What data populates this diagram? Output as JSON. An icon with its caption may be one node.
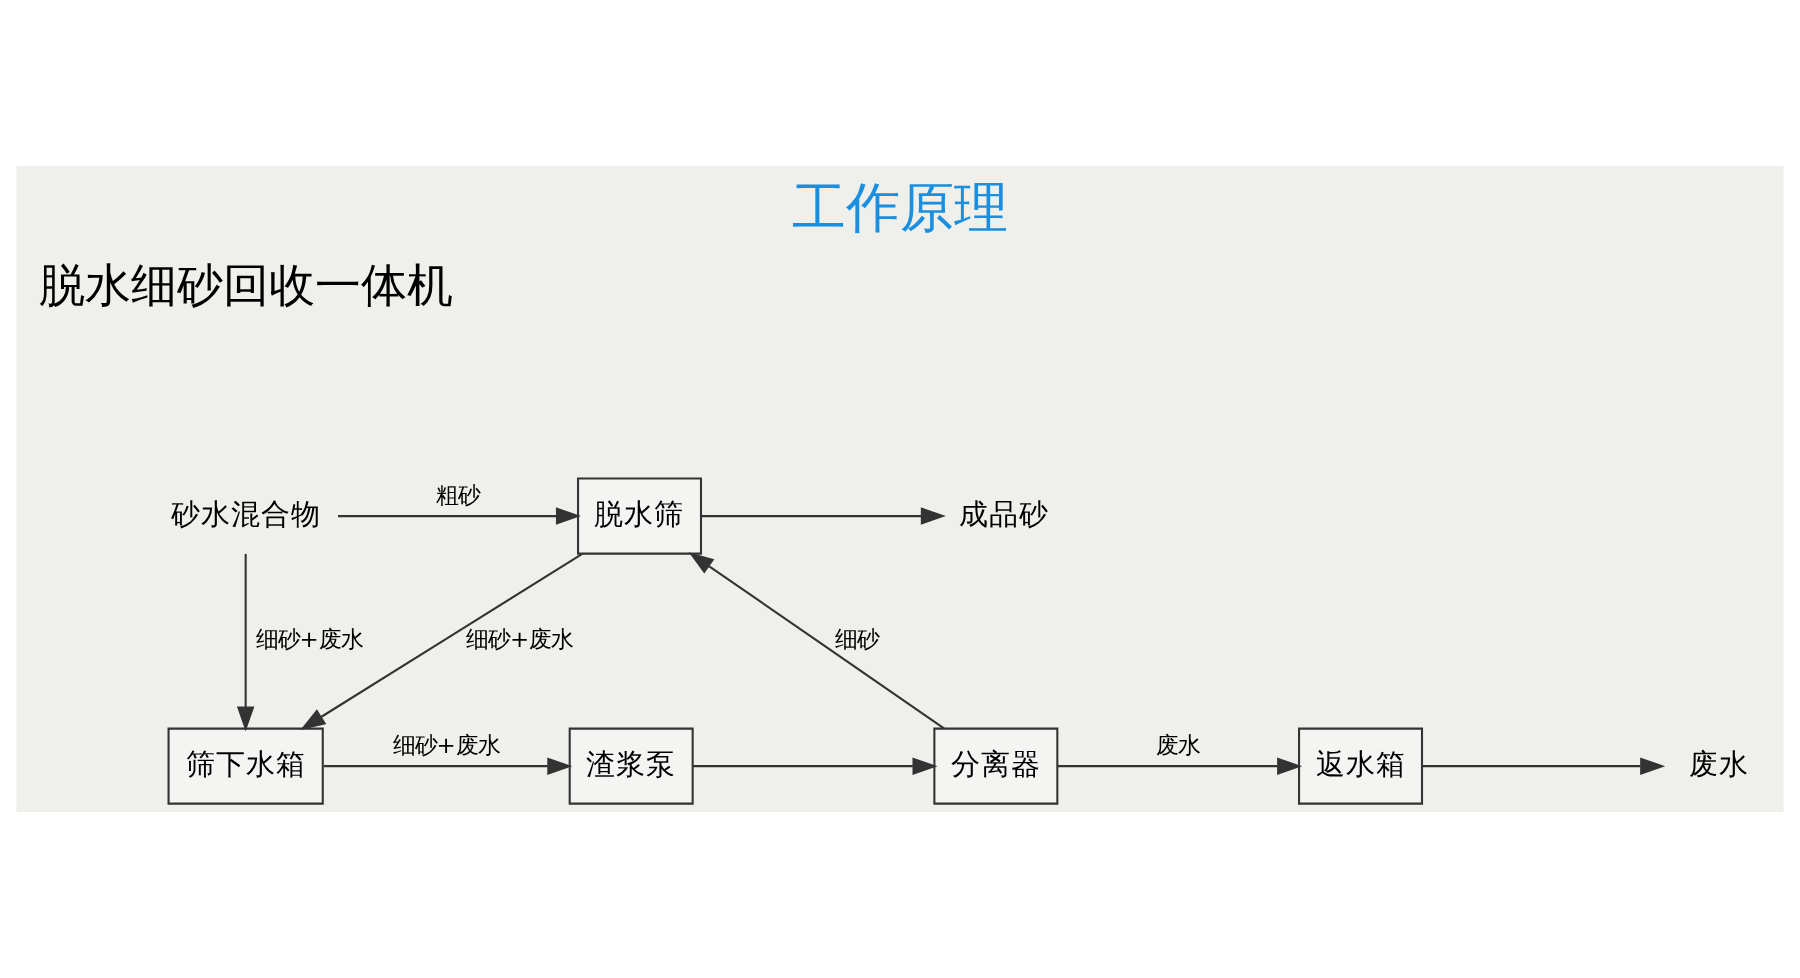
{
  "diagram": {
    "title": "工作原理",
    "nodes": [
      {
        "text": [
          "砂水混合物"
        ]
      },
      {
        "text": [
          "脱水筛"
        ]
      },
      {
        "text": [
          "成品砂"
        ]
      },
      {
        "text": [
          "筛下水箱"
        ]
      },
      {
        "text": [
          "渣浆泵"
        ]
      },
      {
        "text": [
          "分离器"
        ]
      },
      {
        "text": [
          "返水箱"
        ]
      },
      {
        "text": [
          "废水"
        ]
      }
    ],
    "edges": [
      {
        "from": 0,
        "to": 1,
        "arrow": "to",
        "label": "粗砂"
      },
      {
        "from": 0,
        "to": 3,
        "arrow": "to",
        "label": "细砂+废水"
      },
      {
        "from": 1,
        "to": 2,
        "arrow": "to"
      },
      {
        "from": 1,
        "to": 3,
        "arrow": "to",
        "label": "细砂+废水"
      },
      {
        "from": 3,
        "to": 4,
        "arrow": "to",
        "label": "细砂+废水"
      },
      {
        "from": 4,
        "to": 5,
        "arrow": "to"
      },
      {
        "from": 5,
        "to": 1,
        "arrow": "to",
        "label": "细砂"
      },
      {
        "from": 5,
        "to": 6,
        "arrow": "to",
        "label": "废水"
      },
      {
        "from": 6,
        "to": 7,
        "arrow": "to"
      }
    ],
    "labels": [
      "脱水细砂回收一体机"
    ]
  }
}
